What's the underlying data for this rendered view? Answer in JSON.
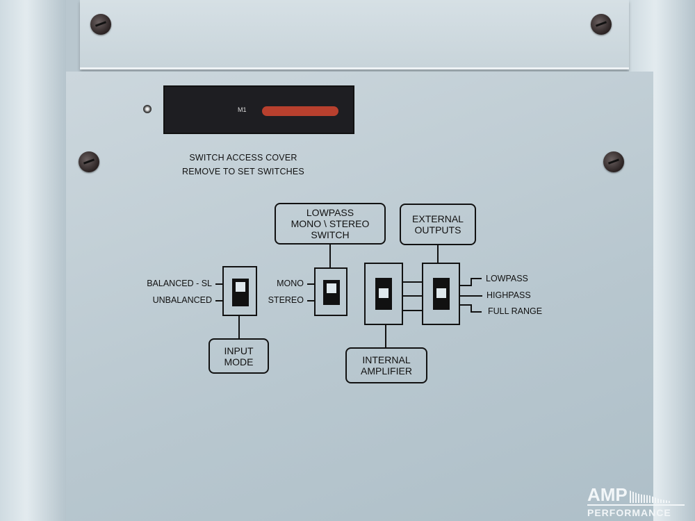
{
  "cover": {
    "line1": "SWITCH ACCESS COVER",
    "line2": "REMOVE TO SET SWITCHES"
  },
  "pcb": {
    "marking": "M1"
  },
  "diagram": {
    "lowpass_box": [
      "LOWPASS",
      "MONO \\ STEREO",
      "SWITCH"
    ],
    "external_box": [
      "EXTERNAL",
      "OUTPUTS"
    ],
    "input_mode_box": [
      "INPUT",
      "MODE"
    ],
    "internal_amp_box": [
      "INTERNAL",
      "AMPLIFIER"
    ],
    "input_labels": [
      "BALANCED - SL",
      "UNBALANCED"
    ],
    "mono_labels": [
      "MONO",
      "STEREO"
    ],
    "output_labels": [
      "LOWPASS",
      "HIGHPASS",
      "FULL RANGE"
    ]
  },
  "logo": {
    "brand": "AMP",
    "sub": "PERFORMANCE"
  }
}
